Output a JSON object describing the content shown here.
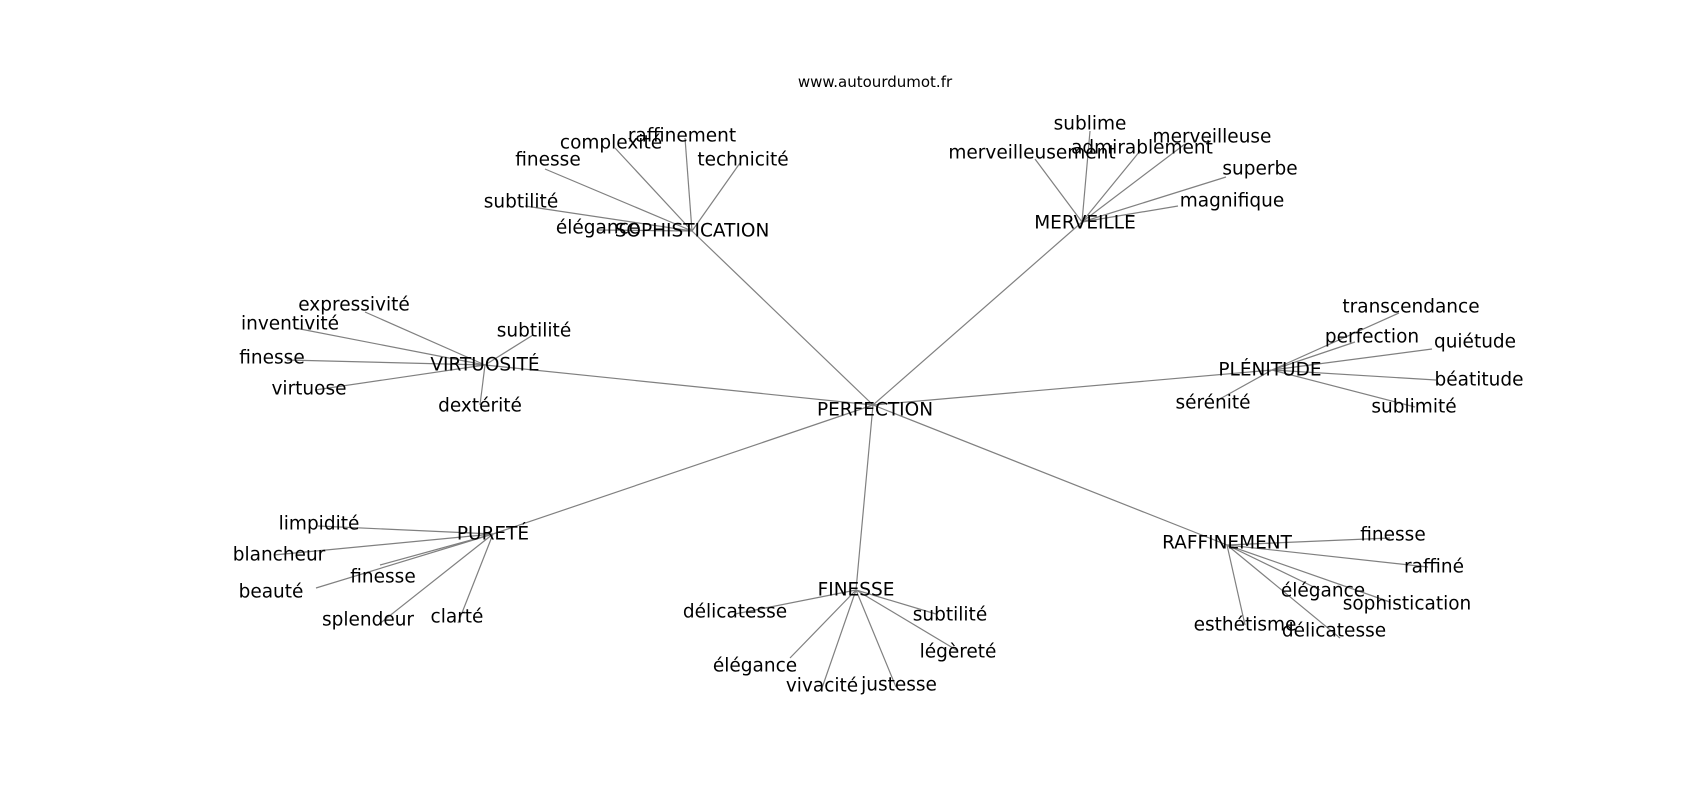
{
  "source_label": "www.autourdumot.fr",
  "edge_color": "#808080",
  "center": {
    "label": "PERFECTION"
  },
  "groups": [
    {
      "id": "sophistication",
      "label": "SOPHISTICATION",
      "leaves": [
        "finesse",
        "complexité",
        "raffinement",
        "technicité",
        "subtilité",
        "élégance"
      ]
    },
    {
      "id": "merveille",
      "label": "MERVEILLE",
      "leaves": [
        "merveilleusement",
        "sublime",
        "admirablement",
        "merveilleuse",
        "superbe",
        "magnifique"
      ]
    },
    {
      "id": "virtuosite",
      "label": "VIRTUOSITÉ",
      "leaves": [
        "expressivité",
        "inventivité",
        "finesse",
        "subtilité",
        "virtuose",
        "dextérité"
      ]
    },
    {
      "id": "plenitude",
      "label": "PLÉNITUDE",
      "leaves": [
        "transcendance",
        "perfection",
        "quiétude",
        "béatitude",
        "sérénité",
        "sublimité"
      ]
    },
    {
      "id": "purete",
      "label": "PURETÉ",
      "leaves": [
        "limpidité",
        "blancheur",
        "finesse",
        "beauté",
        "splendeur",
        "clarté"
      ]
    },
    {
      "id": "finesse",
      "label": "FINESSE",
      "leaves": [
        "délicatesse",
        "subtilité",
        "élégance",
        "légèreté",
        "vivacité",
        "justesse"
      ]
    },
    {
      "id": "raffinement",
      "label": "RAFFINEMENT",
      "leaves": [
        "finesse",
        "raffiné",
        "élégance",
        "sophistication",
        "esthétisme",
        "délicatesse"
      ]
    }
  ]
}
